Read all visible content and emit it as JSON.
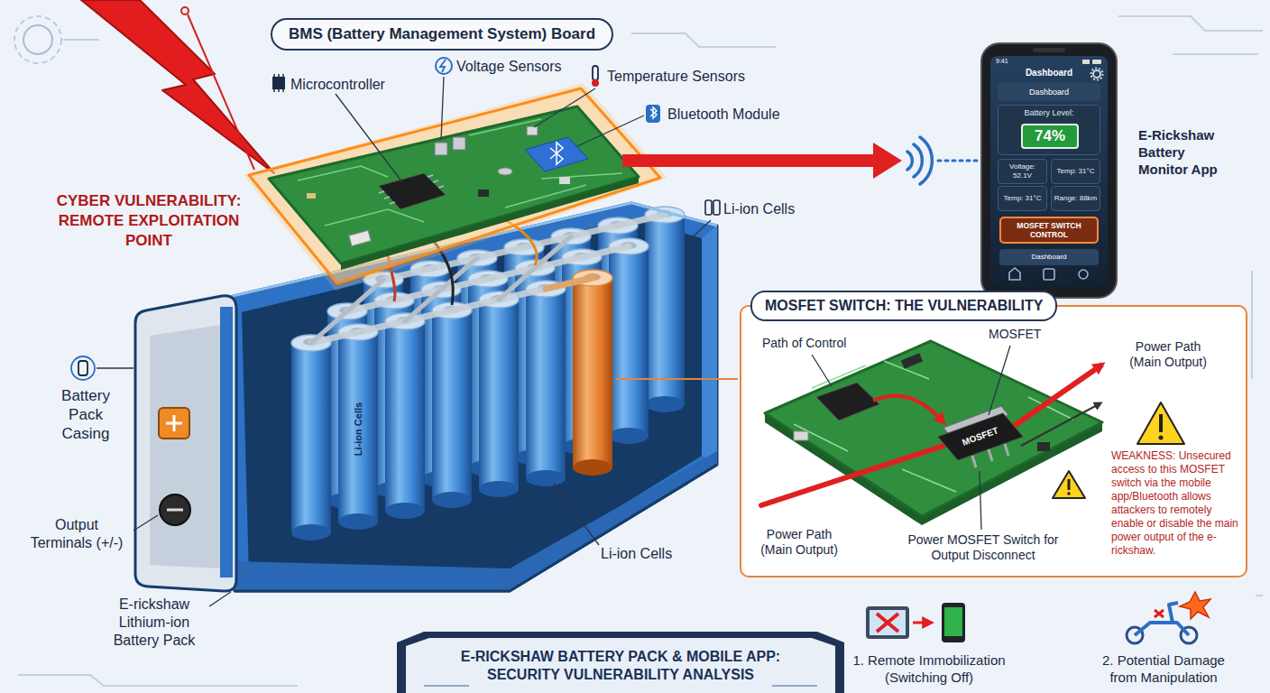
{
  "diagram": {
    "title": "E-RICKSHAW BATTERY PACK & MOBILE APP: SECURITY VULNERABILITY ANALYSIS",
    "nodes": [
      {
        "text": [
          "BMS (Battery Management System) Board"
        ]
      },
      {
        "text": [
          "Dashboard"
        ]
      },
      {
        "text": [
          "Dashboard"
        ],
        "in": 1
      },
      {
        "text": [
          "Battery Level:"
        ],
        "in": 1
      },
      {
        "text": [
          "74%"
        ],
        "in": 3
      },
      {
        "text": [
          "Voltage: 52.1V"
        ],
        "in": 1
      },
      {
        "text": [
          "Temp: 31°C"
        ],
        "in": 1
      },
      {
        "text": [
          "Temp: 31°C"
        ],
        "in": 1
      },
      {
        "text": [
          "Range: 88km"
        ],
        "in": 1
      },
      {
        "text": [
          "MOSFET SWITCH CONTROL"
        ],
        "in": 1
      },
      {
        "text": [
          "Dashboard"
        ],
        "in": 1
      },
      {
        "text": [
          "MOSFET SWITCH: THE VULNERABILITY"
        ]
      }
    ],
    "labels": [
      "CYBER VULNERABILITY: REMOTE EXPLOITATION POINT",
      "Microcontroller",
      "Voltage Sensors",
      "Temperature Sensors",
      "Bluetooth Module",
      "Li-ion Cells",
      "Li-ion Cells",
      "Li-ion Cells",
      "Battery Pack Casing",
      "Output Terminals (+/-)",
      "E-rickshaw Lithium-ion Battery Pack",
      "E-Rickshaw Battery Monitor App",
      "9:41",
      "Path of Control",
      "MOSFET",
      "MOSFET",
      "Power Path (Main Output)",
      "Power Path (Main Output)",
      "Power MOSFET Switch for Output Disconnect",
      "WEAKNESS: Unsecured access to this MOSFET switch via the mobile app/Bluetooth allows attackers to remotely enable or disable the main power output of the e-rickshaw.",
      "1. Remote Immobilization (Switching Off)",
      "2. Potential Damage from Manipulation"
    ]
  }
}
